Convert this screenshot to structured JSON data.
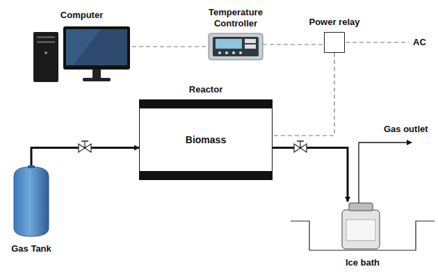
{
  "diagram": {
    "nodes": [
      {
        "text": [
          "Computer"
        ]
      },
      {
        "text": [
          "Temperature Controller"
        ]
      },
      {
        "text": [
          "Power relay"
        ]
      },
      {
        "text": [
          "Reactor",
          "Biomass"
        ]
      },
      {
        "text": [
          "Gas Tank"
        ]
      },
      {
        "text": [
          "Ice bath"
        ]
      }
    ],
    "edges": [
      {
        "from": 0,
        "to": 1,
        "arrow": "none"
      },
      {
        "from": 1,
        "to": 2,
        "arrow": "none"
      },
      {
        "from": 2,
        "to": 3,
        "arrow": "none"
      },
      {
        "from": 4,
        "to": 3,
        "arrow": "to"
      },
      {
        "from": 3,
        "to": 5,
        "arrow": "to"
      }
    ],
    "labels": [
      "AC",
      "Gas outlet"
    ]
  }
}
